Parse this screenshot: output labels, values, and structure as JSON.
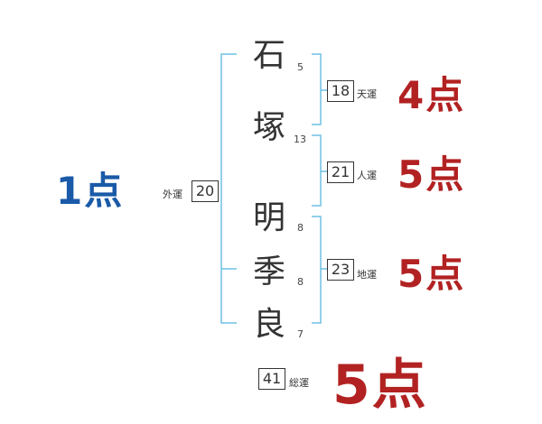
{
  "colors": {
    "line": "#6ec1e4",
    "red_score": "#b22222",
    "blue_score": "#1a5aa8"
  },
  "name_chars": [
    {
      "char": "石",
      "strokes": "5"
    },
    {
      "char": "塚",
      "strokes": "13"
    },
    {
      "char": "明",
      "strokes": "8"
    },
    {
      "char": "季",
      "strokes": "8"
    },
    {
      "char": "良",
      "strokes": "7"
    }
  ],
  "gaiun": {
    "value": "20",
    "label": "外運",
    "score": "1点"
  },
  "tenun": {
    "value": "18",
    "label": "天運",
    "score": "4点"
  },
  "jinun": {
    "value": "21",
    "label": "人運",
    "score": "5点"
  },
  "chiun": {
    "value": "23",
    "label": "地運",
    "score": "5点"
  },
  "souun": {
    "value": "41",
    "label": "総運",
    "score": "5点"
  }
}
